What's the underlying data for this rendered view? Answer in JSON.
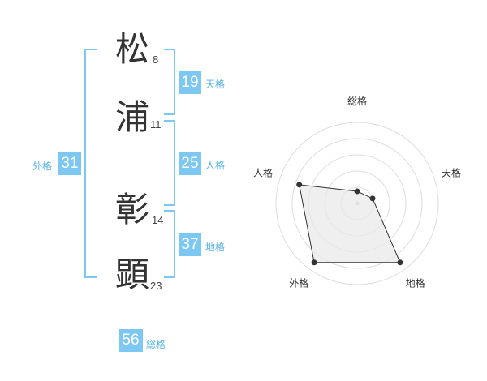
{
  "name": {
    "chars": [
      {
        "char": "松",
        "strokes": "8"
      },
      {
        "char": "浦",
        "strokes": "11"
      },
      {
        "char": "彰",
        "strokes": "14"
      },
      {
        "char": "顕",
        "strokes": "23"
      }
    ]
  },
  "kaku": {
    "tenkaku": {
      "value": "19",
      "label": "天格"
    },
    "jinkaku": {
      "value": "25",
      "label": "人格"
    },
    "chikaku": {
      "value": "37",
      "label": "地格"
    },
    "gaikaku": {
      "value": "31",
      "label": "外格"
    },
    "soukaku": {
      "value": "56",
      "label": "総格"
    }
  },
  "colors": {
    "accent": "#7cc8f2",
    "accent_text": "#5ab4e6",
    "grid": "#dddddd",
    "polygon_fill": "#e8e8e8",
    "polygon_stroke": "#333333"
  },
  "chart_data": {
    "type": "radar",
    "axes": [
      "総格",
      "天格",
      "地格",
      "外格",
      "人格"
    ],
    "values": [
      0.15,
      0.2,
      0.9,
      0.9,
      0.75
    ],
    "rings": 5,
    "range": [
      0,
      1
    ]
  }
}
